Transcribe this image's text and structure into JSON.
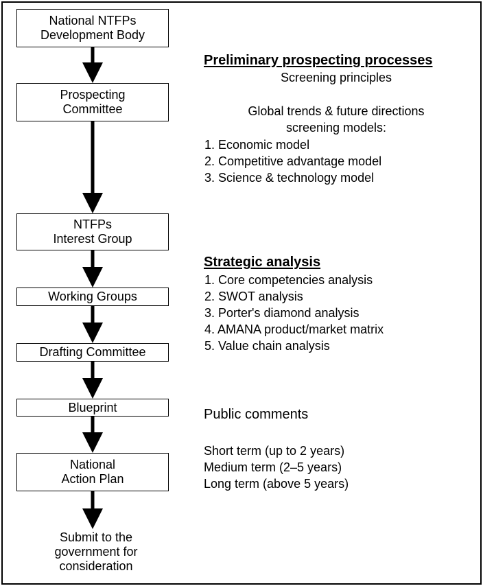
{
  "flow": {
    "national_body": [
      "National NTFPs",
      "Development Body"
    ],
    "prospecting_committee": [
      "Prospecting",
      "Committee"
    ],
    "interest_group": [
      "NTFPs",
      "Interest Group"
    ],
    "working_groups": "Working Groups",
    "drafting_committee": "Drafting Committee",
    "blueprint": "Blueprint",
    "action_plan": [
      "National",
      "Action Plan"
    ],
    "final_step": [
      "Submit to the",
      "government for",
      "consideration"
    ]
  },
  "preliminary": {
    "title": "Preliminary prospecting processes",
    "subtitle": "Screening principles",
    "models_heading": [
      "Global trends & future directions",
      "screening models:"
    ],
    "items": [
      "1. Economic model",
      "2. Competitive advantage model",
      "3. Science & technology model"
    ]
  },
  "strategic": {
    "title": "Strategic analysis",
    "items": [
      "1. Core competencies analysis",
      "2. SWOT analysis",
      "3. Porter's diamond analysis",
      "4. AMANA product/market matrix",
      "5. Value chain analysis"
    ]
  },
  "public": {
    "title": "Public comments",
    "terms": [
      "Short term (up to 2 years)",
      "Medium term (2–5 years)",
      "Long term (above 5 years)"
    ]
  }
}
